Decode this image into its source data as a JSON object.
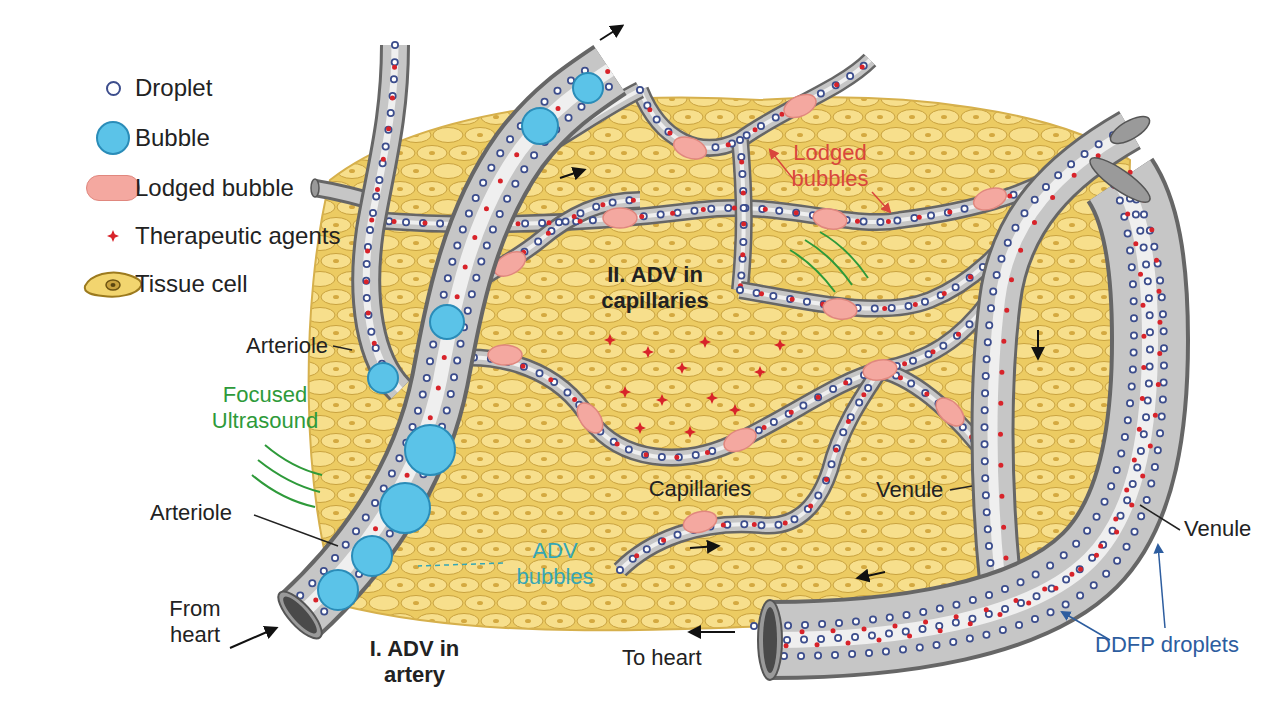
{
  "diagram": {
    "labels": [
      "Arteriole",
      "Focused Ultrasound",
      "Arteriole",
      "From heart",
      "I. ADV in artery",
      "ADV bubbles",
      "II. ADV in capillaries",
      "Lodged bubbles",
      "Capillaries",
      "Venule",
      "Venule",
      "To heart",
      "DDFP droplets"
    ],
    "legend": [
      {
        "text": "Droplet"
      },
      {
        "text": "Bubble",
        "color": "#5bc3e8"
      },
      {
        "text": "Lodged bubble",
        "color": "#f4a8a0"
      },
      {
        "text": "Therapeutic agents"
      },
      {
        "text": "Tissue cell"
      }
    ]
  }
}
